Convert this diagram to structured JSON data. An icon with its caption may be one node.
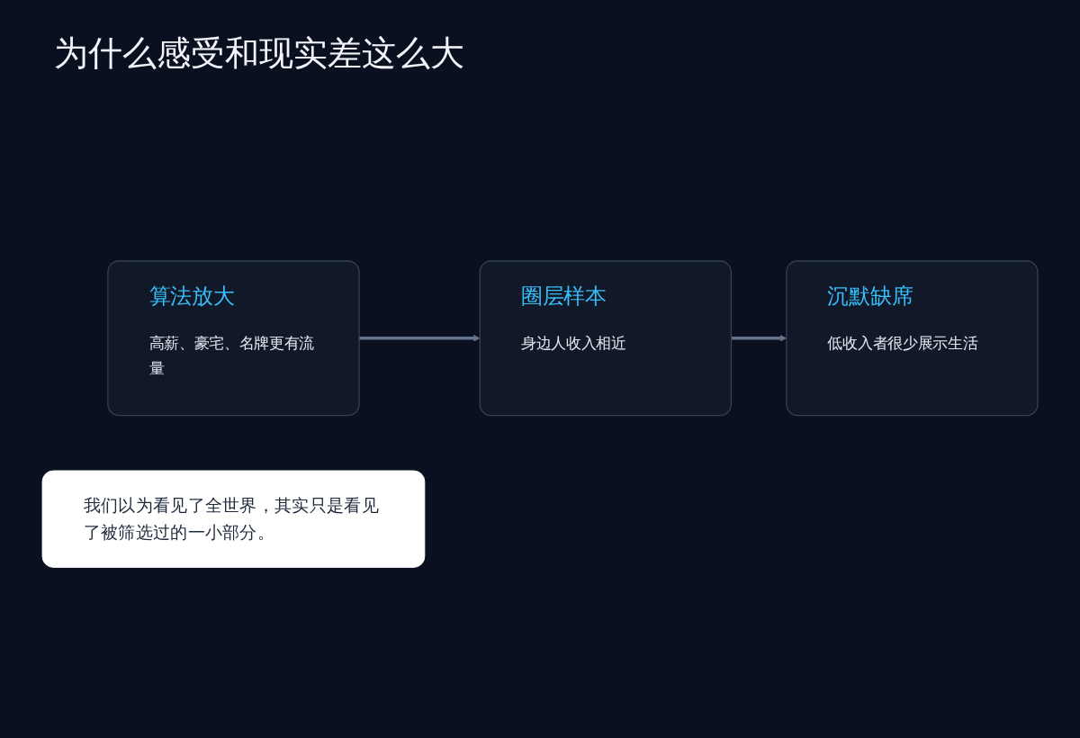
{
  "diagram": {
    "title": "为什么感受和现实差这么大",
    "nodes": [
      {
        "text": [
          "算法放大",
          "高薪、豪宅、名牌更有流量"
        ]
      },
      {
        "text": [
          "圈层样本",
          "身边人收入相近"
        ]
      },
      {
        "text": [
          "沉默缺席",
          "低收入者很少展示生活"
        ]
      },
      {
        "text": [
          "我们以为看见了全世界，其实只是看见了被筛选过的一小部分。"
        ]
      }
    ],
    "edges": [
      {
        "from": 0,
        "to": 1,
        "arrow": "to"
      },
      {
        "from": 1,
        "to": 2,
        "arrow": "to"
      }
    ]
  }
}
